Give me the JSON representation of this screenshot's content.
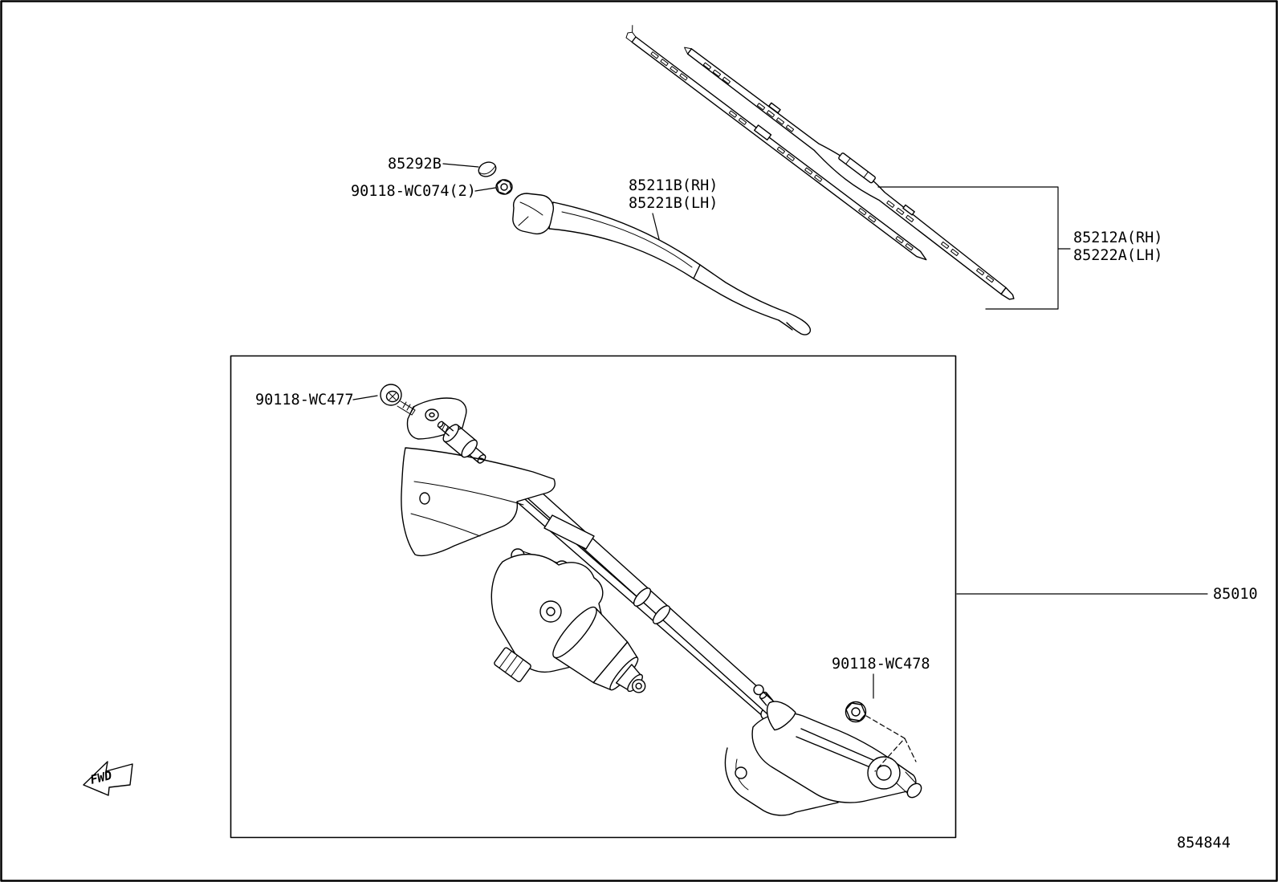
{
  "page": {
    "background": "#ffffff",
    "line_color": "#000000"
  },
  "figure": {
    "number": "854844",
    "fwd_label": "FWD"
  },
  "part_labels": {
    "pivot_cap": "85292B",
    "arm_nut": "90118-WC074(2)",
    "wiper_arm_rh": "85211B(RH)",
    "wiper_arm_lh": "85221B(LH)",
    "blade_rh": "85212A(RH)",
    "blade_lh": "85222A(LH)",
    "pivot_bolt": "90118-WC477",
    "motor_link_assembly": "85010",
    "link_nut": "90118-WC478"
  }
}
